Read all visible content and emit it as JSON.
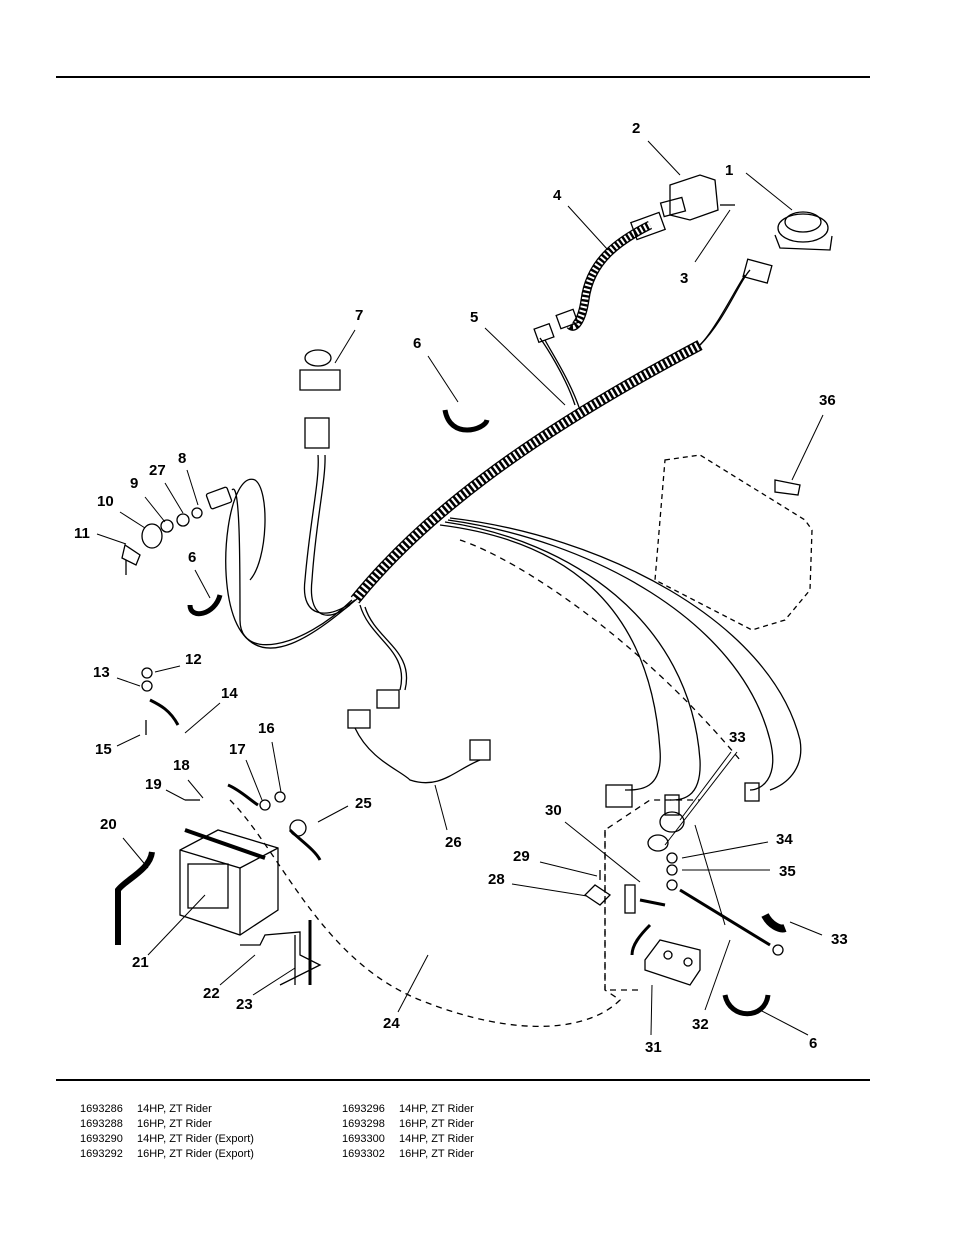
{
  "callouts": {
    "c1": "1",
    "c2": "2",
    "c3": "3",
    "c4": "4",
    "c5": "5",
    "c6a": "6",
    "c6b": "6",
    "c6c": "6",
    "c7": "7",
    "c8": "8",
    "c9": "9",
    "c10": "10",
    "c11": "11",
    "c12": "12",
    "c13": "13",
    "c14": "14",
    "c15": "15",
    "c16": "16",
    "c17": "17",
    "c18": "18",
    "c19": "19",
    "c20": "20",
    "c21": "21",
    "c22": "22",
    "c23": "23",
    "c24": "24",
    "c25": "25",
    "c26": "26",
    "c27": "27",
    "c28": "28",
    "c29": "29",
    "c30": "30",
    "c31": "31",
    "c32": "32",
    "c33a": "33",
    "c33b": "33",
    "c34": "34",
    "c35": "35",
    "c36": "36"
  },
  "legend_left": [
    {
      "pn": "1693286",
      "desc": "14HP, ZT Rider"
    },
    {
      "pn": "1693288",
      "desc": "16HP, ZT Rider"
    },
    {
      "pn": "1693290",
      "desc": "14HP, ZT Rider (Export)"
    },
    {
      "pn": "1693292",
      "desc": "16HP, ZT Rider (Export)"
    }
  ],
  "legend_right": [
    {
      "pn": "1693296",
      "desc": "14HP, ZT Rider"
    },
    {
      "pn": "1693298",
      "desc": "16HP, ZT Rider"
    },
    {
      "pn": "1693300",
      "desc": "14HP, ZT Rider"
    },
    {
      "pn": "1693302",
      "desc": "16HP, ZT Rider"
    }
  ]
}
